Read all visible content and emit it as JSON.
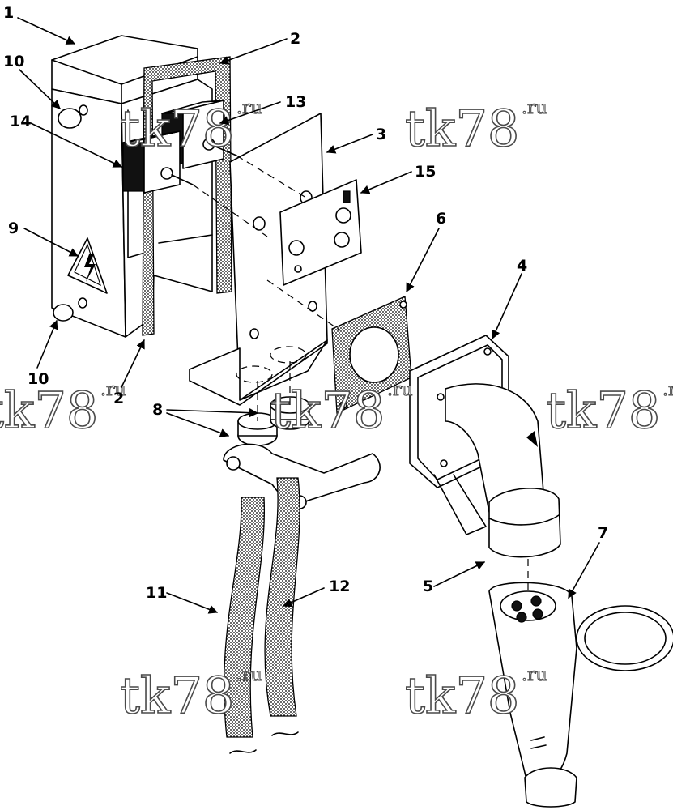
{
  "callouts": [
    {
      "id": "c1",
      "text": "1"
    },
    {
      "id": "c2a",
      "text": "2"
    },
    {
      "id": "c2b",
      "text": "2"
    },
    {
      "id": "c3",
      "text": "3"
    },
    {
      "id": "c4",
      "text": "4"
    },
    {
      "id": "c5",
      "text": "5"
    },
    {
      "id": "c6",
      "text": "6"
    },
    {
      "id": "c7",
      "text": "7"
    },
    {
      "id": "c8",
      "text": "8"
    },
    {
      "id": "c9",
      "text": "9"
    },
    {
      "id": "c10a",
      "text": "10"
    },
    {
      "id": "c10b",
      "text": "10"
    },
    {
      "id": "c11",
      "text": "11"
    },
    {
      "id": "c12",
      "text": "12"
    },
    {
      "id": "c13",
      "text": "13"
    },
    {
      "id": "c14",
      "text": "14"
    },
    {
      "id": "c15",
      "text": "15"
    }
  ],
  "watermark": {
    "main": "tk78",
    "suffix": ".ru"
  }
}
